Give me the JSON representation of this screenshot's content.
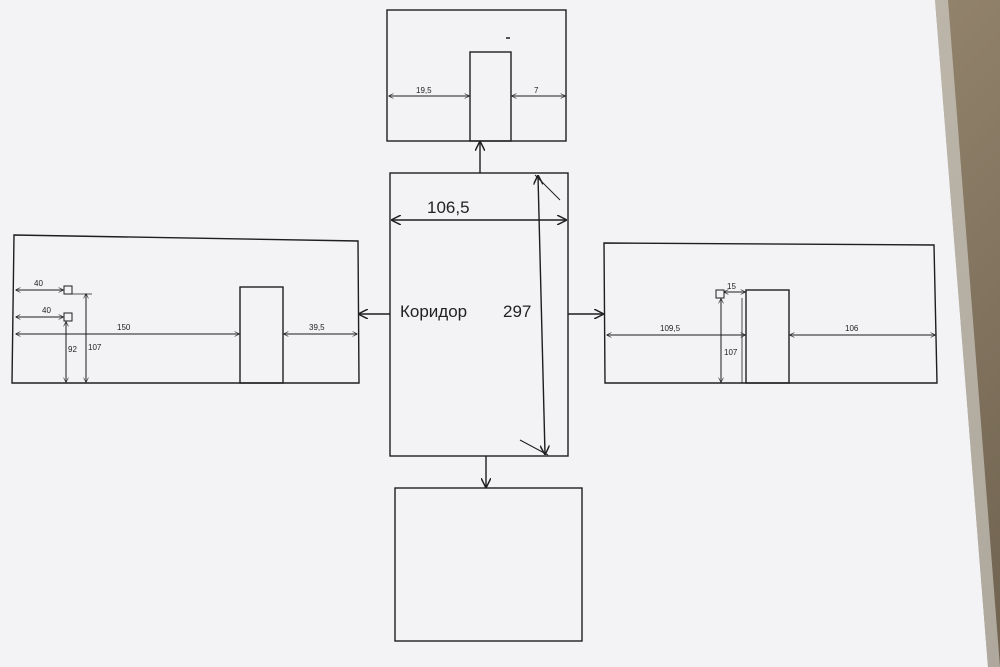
{
  "corridor": {
    "label": "Коридор",
    "height": "297",
    "width": "106,5"
  },
  "wall_top": {
    "left_offset": "19,5",
    "right_offset": "7"
  },
  "wall_left": {
    "outlet_upper_offset": "40",
    "outlet_lower_offset": "40",
    "door_offset": "150",
    "right_offset": "39,5",
    "outlet_lower_height": "92",
    "outlet_upper_height": "107"
  },
  "wall_right": {
    "switch_offset": "15",
    "left_offset": "109,5",
    "right_offset": "106",
    "switch_height": "107"
  },
  "colors": {
    "paper": "#f3f3f6",
    "ink": "#1e1e1e"
  }
}
